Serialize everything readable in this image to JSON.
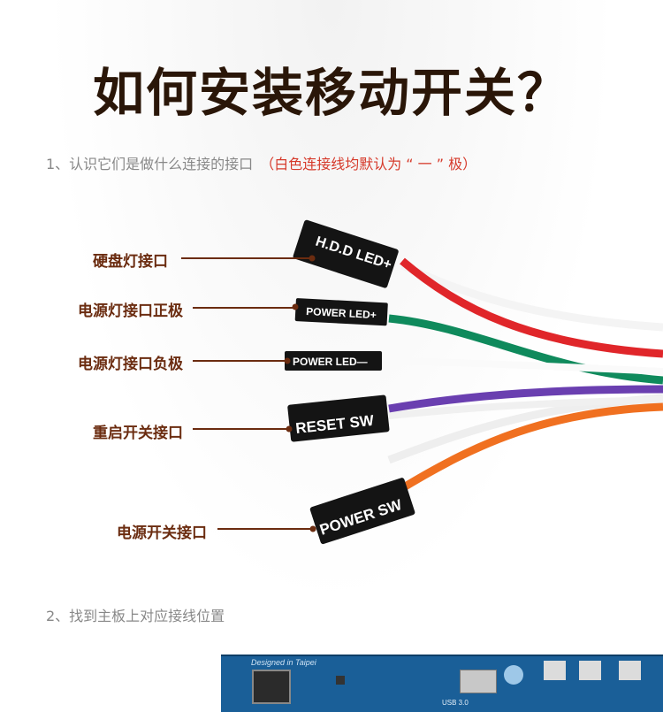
{
  "title": "如何安装移动开关？",
  "steps": [
    {
      "text": "1、认识它们是做什么连接的接口",
      "note": "（白色连接线均默认为 “ 一 ” 极）"
    },
    {
      "text": "2、找到主板上对应接线位置"
    }
  ],
  "connectors": [
    {
      "label": "硬盘灯接口",
      "plug": "H.D.D LED+",
      "wire_color": "#e0262a"
    },
    {
      "label": "电源灯接口正极",
      "plug": "POWER LED+",
      "wire_color": "#0f8a5c"
    },
    {
      "label": "电源灯接口负极",
      "plug": "POWER LED—",
      "wire_color": "#ffffff"
    },
    {
      "label": "重启开关接口",
      "plug": "RESET SW",
      "wire_color": "#6a3fb0"
    },
    {
      "label": "电源开关接口",
      "plug": "POWER SW",
      "wire_color": "#f07020"
    }
  ],
  "board": {
    "print_text": "Designed in Taipei",
    "usb_label": "USB 3.0"
  }
}
